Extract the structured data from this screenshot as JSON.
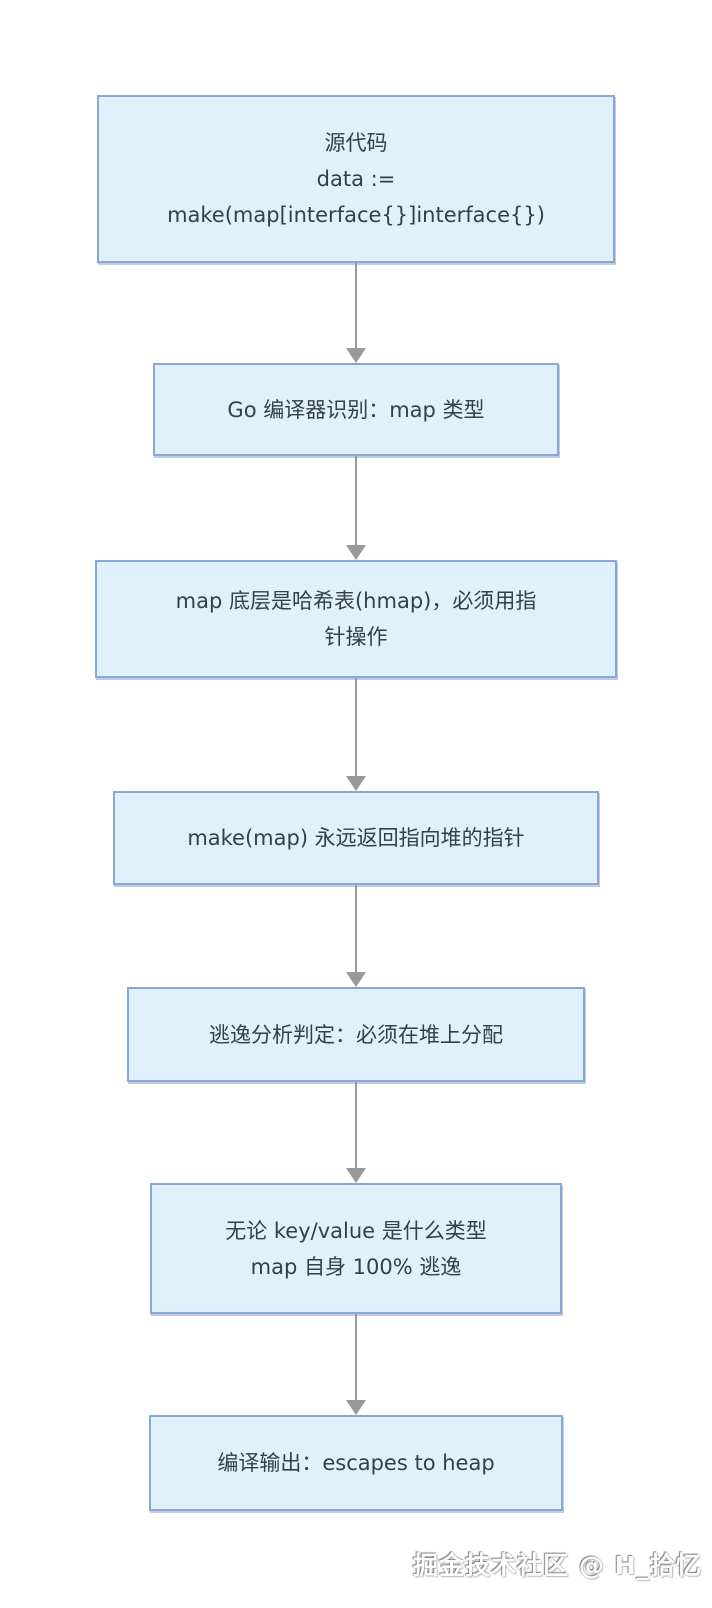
{
  "colors": {
    "background": "#ffffff",
    "box_fill": "#e1f1fc",
    "box_border": "#88a9d8",
    "arrow": "#999999",
    "text": "#32404c",
    "watermark_text": "#fdfdfd"
  },
  "flowchart": {
    "nodes": [
      {
        "name": "source-code",
        "lines": [
          "源代码",
          "data :=",
          "make(map[interface{}]interface{})"
        ]
      },
      {
        "name": "compiler-identify-map-type",
        "lines": [
          "Go 编译器识别：map 类型"
        ]
      },
      {
        "name": "hmap-needs-pointer",
        "lines": [
          "map 底层是哈希表(hmap)，必须用指",
          "针操作"
        ]
      },
      {
        "name": "make-returns-heap-pointer",
        "lines": [
          "make(map) 永远返回指向堆的指针"
        ]
      },
      {
        "name": "escape-analysis-verdict",
        "lines": [
          "逃逸分析判定：必须在堆上分配"
        ]
      },
      {
        "name": "map-always-escapes",
        "lines": [
          "无论 key/value 是什么类型",
          "map 自身 100% 逃逸"
        ]
      },
      {
        "name": "compile-output",
        "lines": [
          "编译输出：escapes to heap"
        ]
      }
    ]
  },
  "watermark": {
    "text": "掘金技术社区 @ H_拾忆"
  }
}
